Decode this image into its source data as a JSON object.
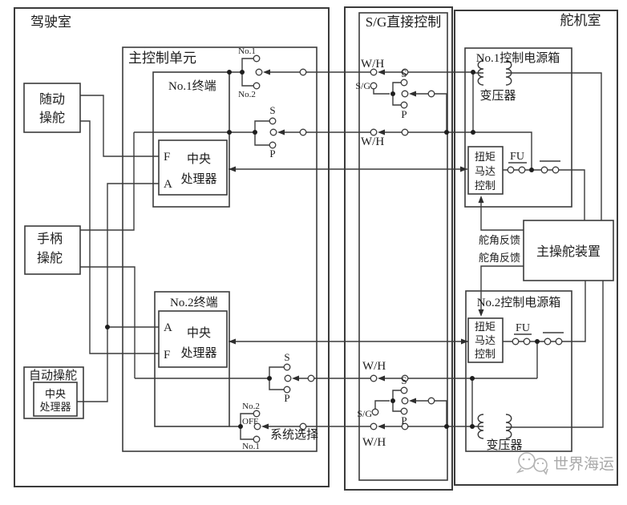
{
  "regions": {
    "bridge": "驾驶室",
    "sg_direct": "S/G直接控制",
    "steering_room": "舵机室",
    "main_control_unit": "主控制单元"
  },
  "blocks": {
    "terminal1": "No.1终端",
    "terminal2": "No.2终端",
    "cpu_line1": "中央",
    "cpu_line2": "处理器",
    "follow_line1": "随动",
    "follow_line2": "操舵",
    "handle_line1": "手柄",
    "handle_line2": "操舵",
    "auto": "自动操舵",
    "power1": "No.1控制电源箱",
    "power2": "No.2控制电源箱",
    "transformer": "变压器",
    "torque_line1": "扭矩",
    "torque_line2": "马达",
    "torque_line3": "控制",
    "main_steering": "主操舵装置"
  },
  "labels": {
    "wh": "W/H",
    "sg": "S/G",
    "fu": "FU",
    "s": "S",
    "p": "P",
    "f": "F",
    "a": "A",
    "no1": "No.1",
    "no2": "No.2",
    "off": "OFF",
    "system_select": "系统选择",
    "rudder_feedback": "舵角反馈"
  },
  "watermark": {
    "text": "世界海运"
  },
  "colors": {
    "line": "#3b3b3b",
    "text": "#1c1c1c",
    "watermark": "#a9a9a9"
  }
}
